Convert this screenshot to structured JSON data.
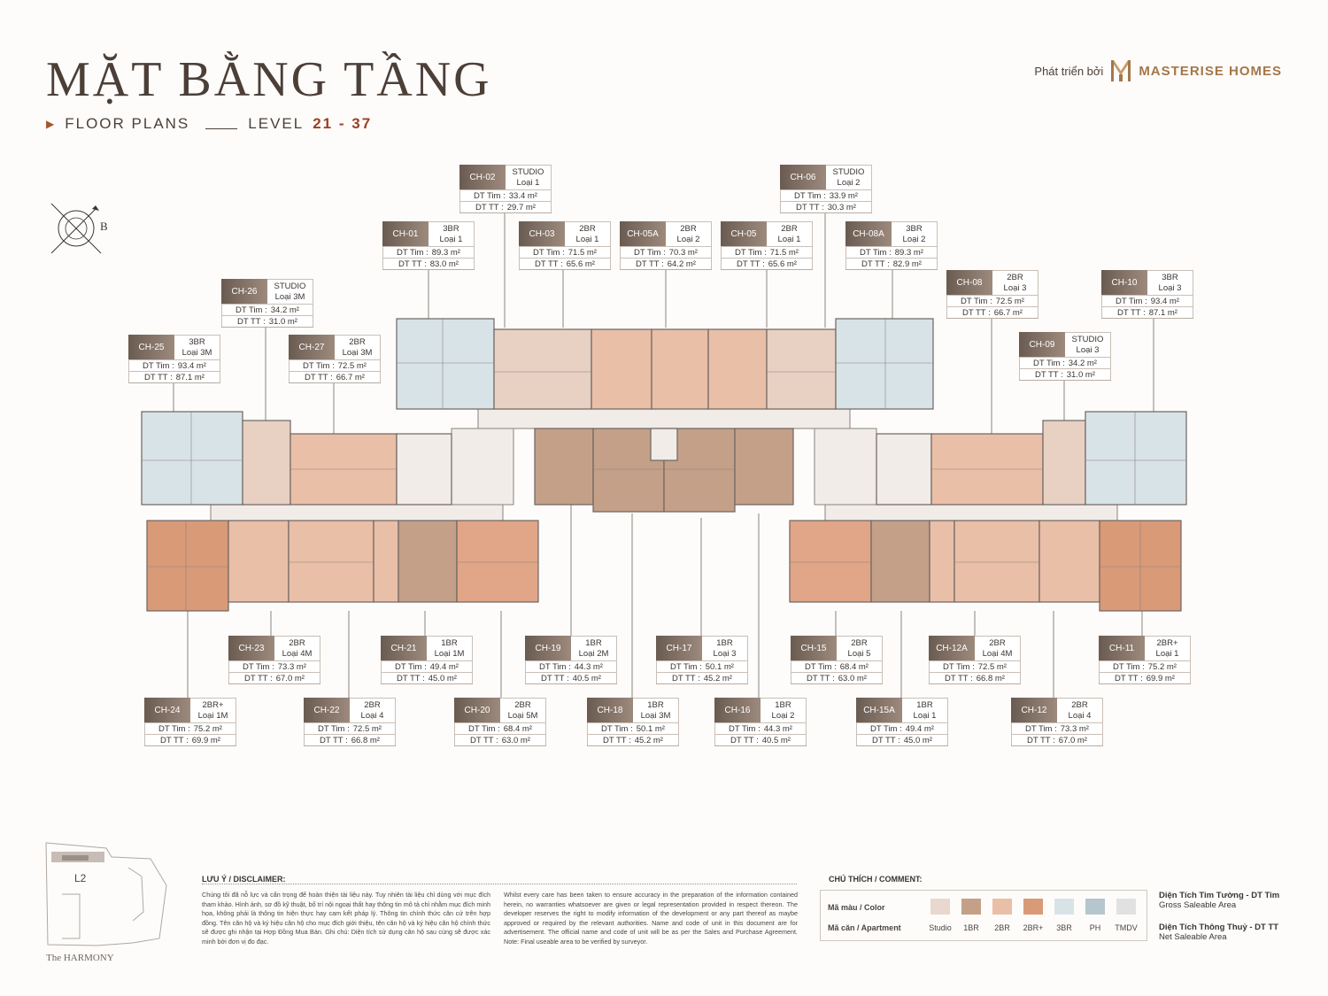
{
  "header": {
    "title": "MẶT BẰNG TẦNG",
    "floor_plans": "FLOOR PLANS",
    "level_label": "LEVEL",
    "level_range": "21 - 37",
    "developer_prefix": "Phát triển bởi",
    "developer_name": "MASTERISE HOMES"
  },
  "compass": {
    "north_label": "B"
  },
  "units": [
    {
      "code": "CH-02",
      "type": "STUDIO",
      "loai": "Loại 1",
      "dt_tim": "33.4 m²",
      "dt_tt": "29.7 m²"
    },
    {
      "code": "CH-06",
      "type": "STUDIO",
      "loai": "Loại 2",
      "dt_tim": "33.9 m²",
      "dt_tt": "30.3 m²"
    },
    {
      "code": "CH-01",
      "type": "3BR",
      "loai": "Loại 1",
      "dt_tim": "89.3 m²",
      "dt_tt": "83.0 m²"
    },
    {
      "code": "CH-03",
      "type": "2BR",
      "loai": "Loại 1",
      "dt_tim": "71.5 m²",
      "dt_tt": "65.6 m²"
    },
    {
      "code": "CH-05A",
      "type": "2BR",
      "loai": "Loại 2",
      "dt_tim": "70.3 m²",
      "dt_tt": "64.2 m²"
    },
    {
      "code": "CH-05",
      "type": "2BR",
      "loai": "Loại 1",
      "dt_tim": "71.5 m²",
      "dt_tt": "65.6 m²"
    },
    {
      "code": "CH-08A",
      "type": "3BR",
      "loai": "Loại 2",
      "dt_tim": "89.3 m²",
      "dt_tt": "82.9 m²"
    },
    {
      "code": "CH-26",
      "type": "STUDIO",
      "loai": "Loại 3M",
      "dt_tim": "34.2 m²",
      "dt_tt": "31.0 m²"
    },
    {
      "code": "CH-08",
      "type": "2BR",
      "loai": "Loại 3",
      "dt_tim": "72.5 m²",
      "dt_tt": "66.7 m²"
    },
    {
      "code": "CH-10",
      "type": "3BR",
      "loai": "Loại 3",
      "dt_tim": "93.4 m²",
      "dt_tt": "87.1 m²"
    },
    {
      "code": "CH-25",
      "type": "3BR",
      "loai": "Loại 3M",
      "dt_tim": "93.4 m²",
      "dt_tt": "87.1 m²"
    },
    {
      "code": "CH-27",
      "type": "2BR",
      "loai": "Loại 3M",
      "dt_tim": "72.5 m²",
      "dt_tt": "66.7 m²"
    },
    {
      "code": "CH-09",
      "type": "STUDIO",
      "loai": "Loại 3",
      "dt_tim": "34.2 m²",
      "dt_tt": "31.0 m²"
    },
    {
      "code": "CH-23",
      "type": "2BR",
      "loai": "Loại 4M",
      "dt_tim": "73.3 m²",
      "dt_tt": "67.0 m²"
    },
    {
      "code": "CH-21",
      "type": "1BR",
      "loai": "Loại 1M",
      "dt_tim": "49.4 m²",
      "dt_tt": "45.0 m²"
    },
    {
      "code": "CH-19",
      "type": "1BR",
      "loai": "Loại 2M",
      "dt_tim": "44.3 m²",
      "dt_tt": "40.5 m²"
    },
    {
      "code": "CH-17",
      "type": "1BR",
      "loai": "Loại 3",
      "dt_tim": "50.1 m²",
      "dt_tt": "45.2 m²"
    },
    {
      "code": "CH-15",
      "type": "2BR",
      "loai": "Loại 5",
      "dt_tim": "68.4 m²",
      "dt_tt": "63.0 m²"
    },
    {
      "code": "CH-12A",
      "type": "2BR",
      "loai": "Loại 4M",
      "dt_tim": "72.5 m²",
      "dt_tt": "66.8 m²"
    },
    {
      "code": "CH-11",
      "type": "2BR+",
      "loai": "Loại 1",
      "dt_tim": "75.2 m²",
      "dt_tt": "69.9 m²"
    },
    {
      "code": "CH-24",
      "type": "2BR+",
      "loai": "Loại 1M",
      "dt_tim": "75.2 m²",
      "dt_tt": "69.9 m²"
    },
    {
      "code": "CH-22",
      "type": "2BR",
      "loai": "Loại 4",
      "dt_tim": "72.5 m²",
      "dt_tt": "66.8 m²"
    },
    {
      "code": "CH-20",
      "type": "2BR",
      "loai": "Loại 5M",
      "dt_tim": "68.4 m²",
      "dt_tt": "63.0 m²"
    },
    {
      "code": "CH-18",
      "type": "1BR",
      "loai": "Loại 3M",
      "dt_tim": "50.1 m²",
      "dt_tt": "45.2 m²"
    },
    {
      "code": "CH-16",
      "type": "1BR",
      "loai": "Loại 2",
      "dt_tim": "44.3 m²",
      "dt_tt": "40.5 m²"
    },
    {
      "code": "CH-15A",
      "type": "1BR",
      "loai": "Loại 1",
      "dt_tim": "49.4 m²",
      "dt_tt": "45.0 m²"
    },
    {
      "code": "CH-12",
      "type": "2BR",
      "loai": "Loại 4",
      "dt_tim": "73.3 m²",
      "dt_tt": "67.0 m²"
    }
  ],
  "labels": {
    "dt_tim": "DT Tim :",
    "dt_tt": "DT TT :"
  },
  "inset": {
    "level": "L2",
    "project": "The HARMONY"
  },
  "disclaimer": {
    "title": "LƯU Ý / DISCLAIMER:",
    "vn": "Chúng tôi đã nỗ lực và cẩn trọng để hoàn thiện tài liệu này. Tuy nhiên tài liệu chỉ dùng với mục đích tham khảo. Hình ảnh, sơ đồ kỹ thuật, bố trí nội ngoại thất hay thông tin mô tả chỉ nhằm mục đích minh họa, không phải là thông tin hiện thực hay cam kết pháp lý. Thông tin chính thức căn cứ trên hợp đồng. Tên căn hộ và ký hiệu căn hộ cho mục đích giới thiệu, tên căn hộ và ký hiệu căn hộ chính thức sẽ được ghi nhận tại Hợp Đồng Mua Bán. Ghi chú: Diện tích sử dụng căn hộ sau cùng sẽ được xác minh bởi đơn vị đo đạc.",
    "en": "Whilst every care has been taken to ensure accuracy in the preparation of the information contained herein, no warranties whatsoever are given or legal representation provided in respect thereon. The developer reserves the right to modify information of the development or any part thereof as maybe approved or required by the relevant authorities. Name and code of unit in this document are for advertisement. The official name and code of unit will be as per the Sales and Purchase Agreement. Note: Final useable area to be verified by surveyor."
  },
  "legend": {
    "title": "CHÚ THÍCH / COMMENT:",
    "color_label": "Mã màu / Color",
    "apartment_label": "Mã căn / Apartment",
    "items": [
      {
        "name": "Studio",
        "color": "#e8d8cd"
      },
      {
        "name": "1BR",
        "color": "#c4a089"
      },
      {
        "name": "2BR",
        "color": "#e9bfa8"
      },
      {
        "name": "2BR+",
        "color": "#d99a78"
      },
      {
        "name": "3BR",
        "color": "#d8e3e8"
      },
      {
        "name": "PH",
        "color": "#b5c6cf"
      },
      {
        "name": "TMDV",
        "color": "#e1e1e1"
      }
    ]
  },
  "area_defs": {
    "gross_vn": "Diện Tích Tim Tường - DT Tim",
    "gross_en": "Gross Saleable Area",
    "net_vn": "Diện Tích Thông Thuỷ - DT TT",
    "net_en": "Net Saleable Area"
  }
}
